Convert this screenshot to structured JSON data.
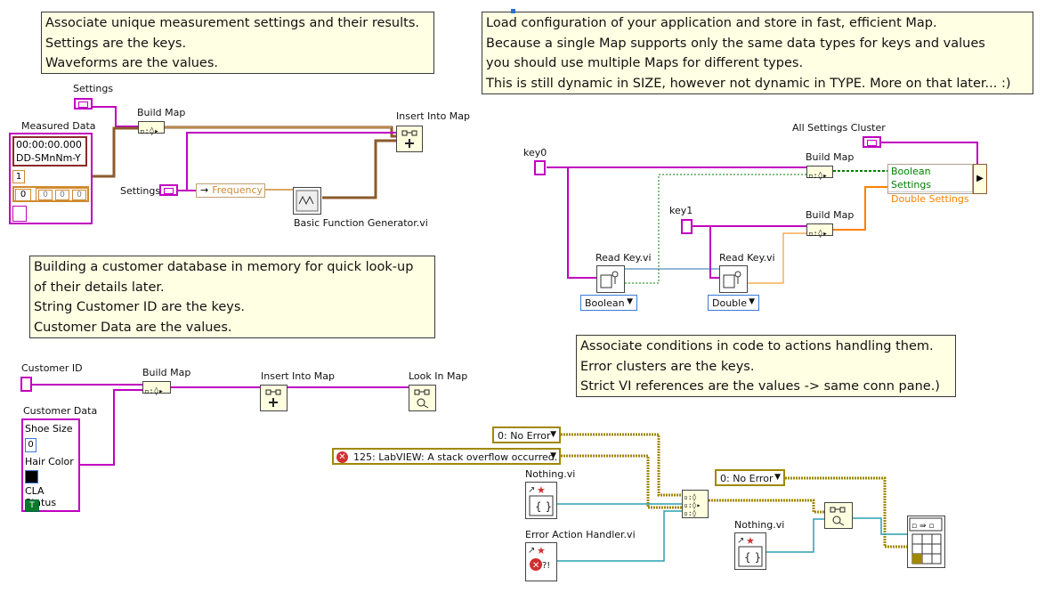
{
  "notes": {
    "measurement": [
      "Associate unique measurement settings and their results.",
      "Settings are the keys.",
      "Waveforms are the values."
    ],
    "config": [
      "Load configuration of your application and store in fast, efficient Map.",
      "Because a single Map supports only the same data types for keys and values",
      "you should use multiple Maps for different types.",
      "This is still dynamic in SIZE, however not dynamic in TYPE. More on that later... :)"
    ],
    "customer": [
      "Building a customer database in memory for quick look-up",
      "of their details later.",
      "String Customer ID are the keys.",
      "Customer Data are the values."
    ],
    "errors": [
      "Associate conditions in code to actions handling them.",
      "Error clusters are the keys.",
      "Strict VI references are the values -> same conn pane.)"
    ]
  },
  "measurement": {
    "settings_top": "Settings",
    "measured_data": "Measured Data",
    "timestamp": "00:00:00.000",
    "date_fmt": "DD-SMnNm-Y",
    "index": "1",
    "array_index": "0",
    "array_vals": [
      "0",
      "0",
      "0"
    ],
    "build_map": "Build Map",
    "insert_into_map": "Insert Into Map",
    "settings_mid": "Settings",
    "frequency": "Frequency",
    "function_generator": "Basic Function Generator.vi"
  },
  "config": {
    "all_settings": "All Settings Cluster",
    "key0": "key0",
    "key1": "key1",
    "build_map_1": "Build Map",
    "build_map_2": "Build Map",
    "boolean_settings": "Boolean Settings",
    "double_settings": "Double Settings",
    "read_key_1": "Read Key.vi",
    "read_key_2": "Read Key.vi",
    "boolean_type": "Boolean",
    "double_type": "Double"
  },
  "customer": {
    "customer_id": "Customer ID",
    "build_map": "Build Map",
    "insert_into_map": "Insert Into Map",
    "look_in_map": "Look In Map",
    "customer_data": "Customer Data",
    "shoe_size": "Shoe Size",
    "shoe_val": "0",
    "hair_color": "Hair Color",
    "cla_status": "CLA Status",
    "cla_val": "T"
  },
  "errors": {
    "no_error_1": "0: No Error",
    "stack_overflow": "125: LabVIEW: A stack overflow occurred.",
    "nothing_vi_1": "Nothing.vi",
    "error_handler": "Error Action Handler.vi",
    "no_error_2": "0: No Error",
    "nothing_vi_2": "Nothing.vi"
  },
  "colors": {
    "note_bg": "#ffffe3",
    "string_wire": "#c000c0",
    "cluster_wire": "#8b5a2b",
    "error_wire": "#a08800",
    "ref_wire": "#2aa0b0",
    "bool_wire": "#008000",
    "double_wire": "#ff8000"
  }
}
